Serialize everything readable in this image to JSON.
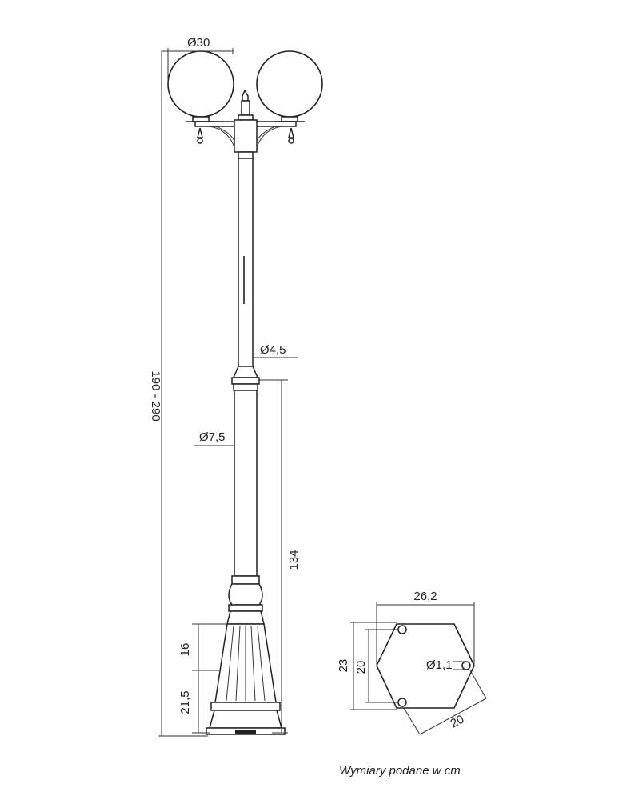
{
  "dimensions": {
    "globe_diameter": "Ø30",
    "total_height": "190 - 290",
    "top_pole_diameter": "Ø4,5",
    "main_pole_diameter": "Ø7,5",
    "pole_height": "134",
    "base_flute_height": "16",
    "base_height": "21,5"
  },
  "base_plate": {
    "width": "26,2",
    "depth_outer": "23",
    "depth_inner": "20",
    "hole_diameter": "Ø1,1",
    "side": "20"
  },
  "note": "Wymiary podane w cm"
}
